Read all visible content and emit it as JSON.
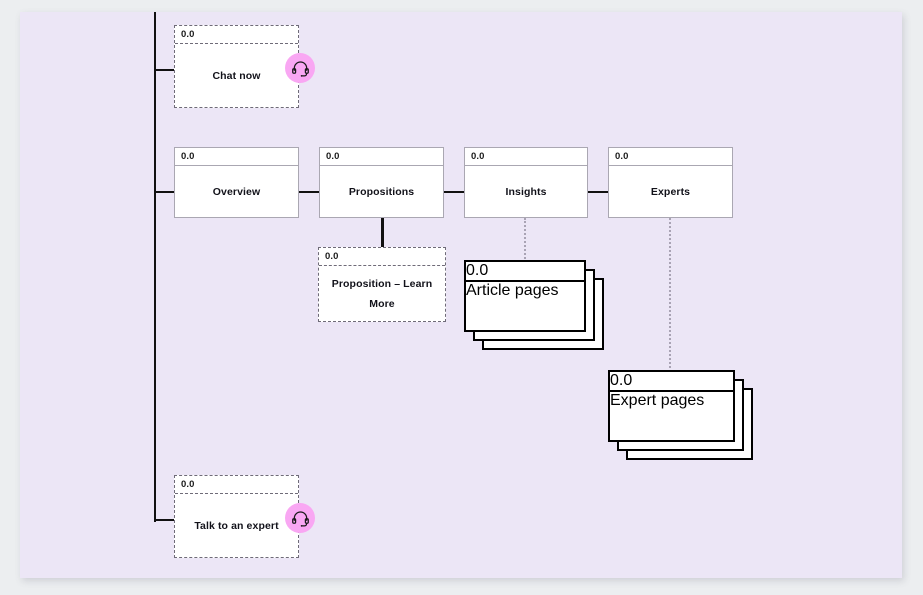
{
  "canvas": {
    "background_color": "#ece6f6",
    "page_background_color": "#eceef0"
  },
  "diagram": {
    "type": "sitemap",
    "nodes": [
      {
        "id": "chat-now",
        "header": "0.0",
        "title": "Chat now",
        "style": "dashed",
        "icon": "headset-icon"
      },
      {
        "id": "overview",
        "header": "0.0",
        "title": "Overview",
        "style": "solid"
      },
      {
        "id": "propositions",
        "header": "0.0",
        "title": "Propositions",
        "style": "solid"
      },
      {
        "id": "insights",
        "header": "0.0",
        "title": "Insights",
        "style": "solid"
      },
      {
        "id": "experts",
        "header": "0.0",
        "title": "Experts",
        "style": "solid"
      },
      {
        "id": "proposition-learn-more",
        "header": "0.0",
        "title": "Proposition – Learn More",
        "title_line1": "Proposition – Learn",
        "title_line2": "More",
        "style": "dashed"
      },
      {
        "id": "article-pages",
        "header": "0.0",
        "title": "Article pages",
        "style": "stack",
        "sheets": 3
      },
      {
        "id": "expert-pages",
        "header": "0.0",
        "title": "Expert pages",
        "style": "stack",
        "sheets": 3
      },
      {
        "id": "talk-to-an-expert",
        "header": "0.0",
        "title": "Talk to an expert",
        "style": "dashed",
        "icon": "headset-icon"
      }
    ],
    "connectors": [
      {
        "from": "trunk",
        "to": "chat-now",
        "style": "solid"
      },
      {
        "from": "trunk",
        "to": "overview",
        "style": "solid"
      },
      {
        "from": "overview",
        "to": "propositions",
        "style": "solid"
      },
      {
        "from": "propositions",
        "to": "insights",
        "style": "solid"
      },
      {
        "from": "insights",
        "to": "experts",
        "style": "solid"
      },
      {
        "from": "propositions",
        "to": "proposition-learn-more",
        "style": "solid"
      },
      {
        "from": "insights",
        "to": "article-pages",
        "style": "dotted"
      },
      {
        "from": "experts",
        "to": "expert-pages",
        "style": "dotted"
      },
      {
        "from": "trunk",
        "to": "talk-to-an-expert",
        "style": "solid"
      }
    ]
  },
  "colors": {
    "line_solid": "#111111",
    "line_dotted": "#a9a3b4",
    "badge": "#f9a7f3",
    "box_border_solid": "#aaa7b2",
    "box_border_dashed": "#6f6b78",
    "text": "#12121a"
  }
}
